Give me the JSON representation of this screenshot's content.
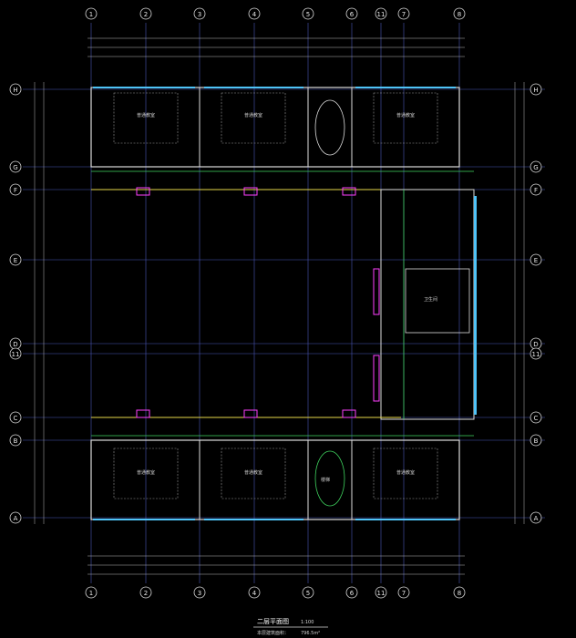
{
  "drawing": {
    "title": "二层平面图",
    "scale": "1:100",
    "note_left": "本层建筑面积：",
    "note_right": "796.5m²",
    "background": "#000000",
    "colors": {
      "axis": "#5a6bd8",
      "wall": "#d9d9d9",
      "window": "#4fc3f7",
      "accent": "#ff40ff",
      "green": "#3fd45f",
      "yellow": "#e6d84a",
      "text": "#e6e6e6"
    }
  },
  "axes": {
    "columns": [
      "1",
      "2",
      "3",
      "4",
      "5",
      "6",
      "11",
      "7",
      "8"
    ],
    "rows": [
      "H",
      "G",
      "F",
      "E",
      "D",
      "11",
      "C",
      "B",
      "A"
    ]
  },
  "rooms": {
    "classroom_label": "普通教室",
    "stair_label": "楼梯",
    "toilet_label": "卫生间"
  }
}
